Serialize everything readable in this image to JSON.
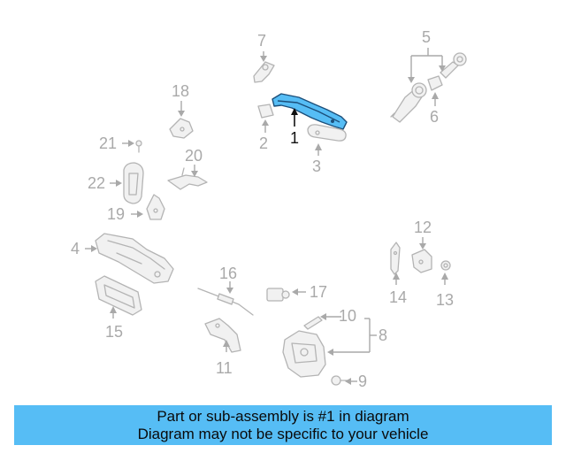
{
  "diagram": {
    "highlight_color": "#56bdf5",
    "highlighted_part": "1",
    "labels": {
      "p1": "1",
      "p2": "2",
      "p3": "3",
      "p4": "4",
      "p5": "5",
      "p6": "6",
      "p7": "7",
      "p8": "8",
      "p9": "9",
      "p10": "10",
      "p11": "11",
      "p12": "12",
      "p13": "13",
      "p14": "14",
      "p15": "15",
      "p16": "16",
      "p17": "17",
      "p18": "18",
      "p19": "19",
      "p20": "20",
      "p21": "21",
      "p22": "22"
    }
  },
  "banner": {
    "line1": "Part or sub-assembly is #1 in diagram",
    "line2": "Diagram may not be specific to your vehicle",
    "background": "#56bdf5"
  }
}
